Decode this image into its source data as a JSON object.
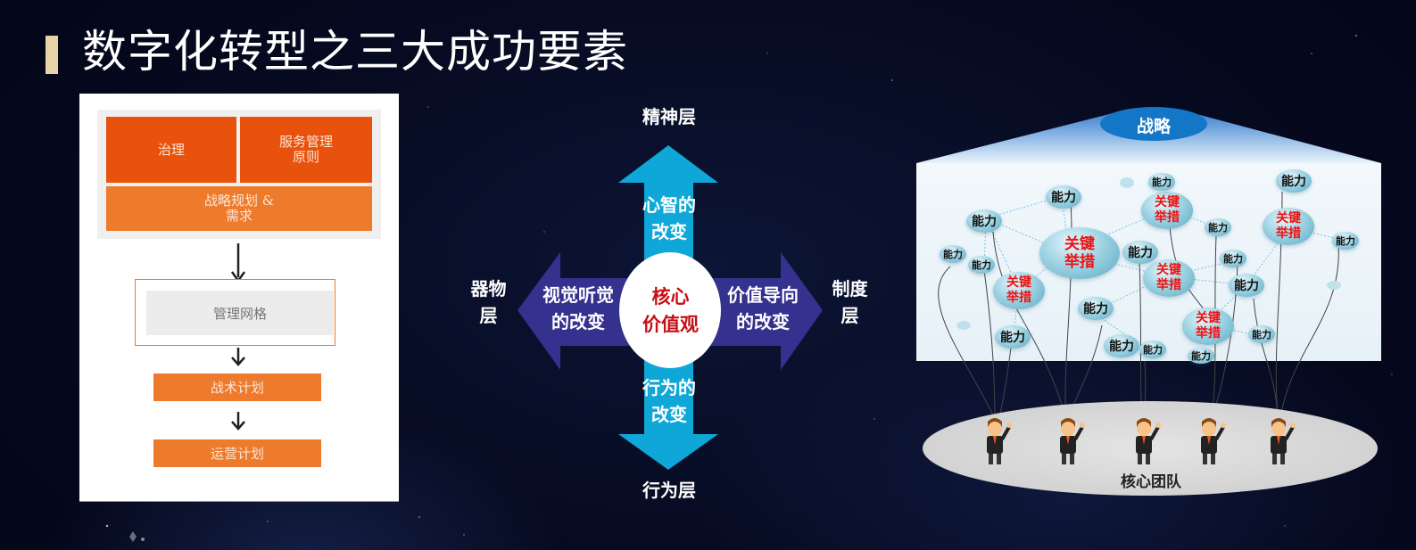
{
  "title": "数字化转型之三大成功要素",
  "accent_color": "#e8d3a7",
  "left_panel": {
    "governance": "治理",
    "service_principles": "服务管理原则",
    "service_principles_lines": [
      "服务管理",
      "原则"
    ],
    "strategic_planning_lines": [
      "战略规划 &",
      "需求"
    ],
    "management_grid": "管理网格",
    "tactical_plan": "战术计划",
    "operational_plan": "运营计划",
    "colors": {
      "dark_orange": "#e8520c",
      "orange": "#ee7a2b",
      "grey": "#ececec"
    }
  },
  "center_diagram": {
    "top_label": "精神层",
    "bottom_label": "行为层",
    "left_label_lines": [
      "器物",
      "层"
    ],
    "right_label_lines": [
      "制度",
      "层"
    ],
    "up_arrow_lines": [
      "心智的",
      "改变"
    ],
    "down_arrow_lines": [
      "行为的",
      "改变"
    ],
    "left_arrow_lines": [
      "视觉听觉",
      "的改变"
    ],
    "right_arrow_lines": [
      "价值导向",
      "的改变"
    ],
    "core_lines": [
      "核心",
      "价值观"
    ],
    "colors": {
      "vertical_arrow": "#0ea7d8",
      "horizontal_arrow": "#34318f",
      "core_text": "#c80e14"
    }
  },
  "right_diagram": {
    "strategy": "战略",
    "team": "核心团队",
    "capability_label": "能力",
    "key_measure_lines": [
      "关键",
      "举措"
    ],
    "key_measures_count": 6,
    "team_members_count": 5
  }
}
